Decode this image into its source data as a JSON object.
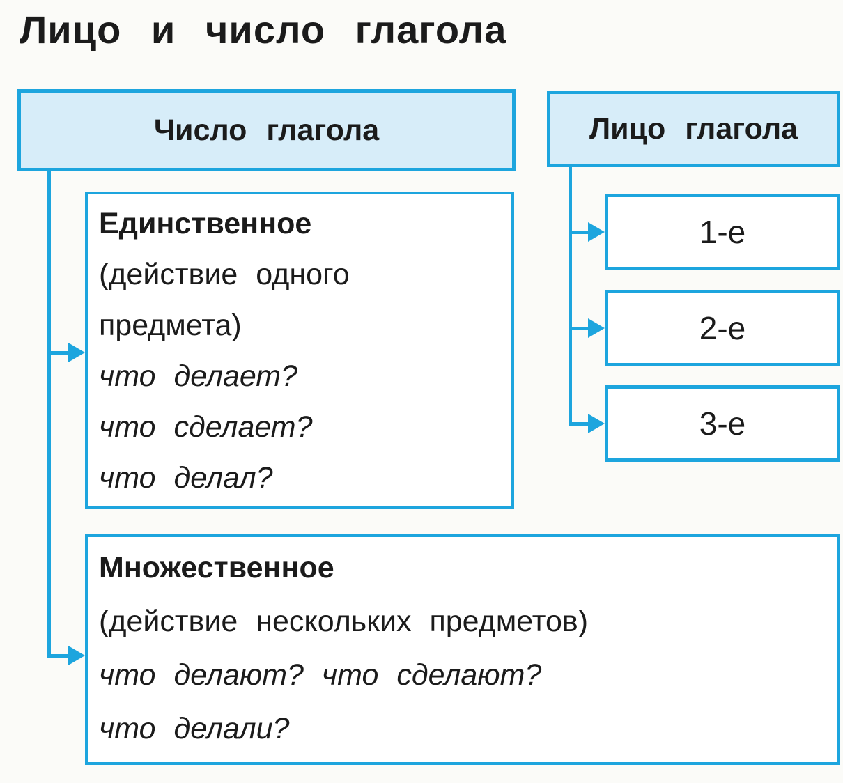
{
  "title": "Лицо и число глагола",
  "theme": {
    "accent": "#1da5de",
    "header_fill": "#d7edf9",
    "box_fill": "#ffffff",
    "background": "#fbfbf8",
    "text": "#1b1b1b"
  },
  "columns": {
    "number": {
      "header": "Число глагола",
      "singular": {
        "title": "Единственное",
        "description_lines": [
          "(действие одного",
          "предмета)"
        ],
        "questions": [
          "что делает?",
          "что сделает?",
          "что делал?"
        ]
      },
      "plural": {
        "title": "Множественное",
        "description": "(действие нескольких предметов)",
        "questions": [
          "что делают? что сделают?",
          "что делали?"
        ]
      }
    },
    "person": {
      "header": "Лицо глагола",
      "items": [
        "1-е",
        "2-е",
        "3-е"
      ]
    }
  }
}
